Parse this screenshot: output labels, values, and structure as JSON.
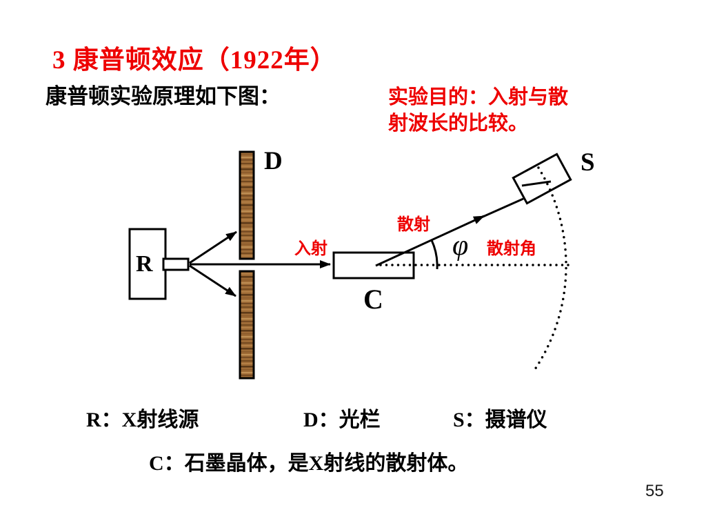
{
  "slide": {
    "title": "3 康普顿效应（1922年）",
    "subtitle": "康普顿实验原理如下图：",
    "purpose_line1": "实验目的：入射与散",
    "purpose_line2": "射波长的比较。",
    "page_number": "55"
  },
  "diagram": {
    "labels": {
      "source_letter": "R",
      "slit_letter": "D",
      "detector_letter": "S",
      "crystal_letter": "C",
      "angle_symbol": "φ",
      "incident_ray": "入射",
      "scattered_ray": "散射",
      "scattering_angle": "散射角"
    },
    "legend": {
      "source": "R：X射线源",
      "slit": "D：光栏",
      "detector": "S：摄谱仪",
      "crystal": "C：石墨晶体，是X射线的散射体。"
    }
  },
  "colors": {
    "accent_red": "#ee0000",
    "ink_black": "#000000",
    "wood_base": "#9e6b36",
    "background": "#ffffff"
  }
}
